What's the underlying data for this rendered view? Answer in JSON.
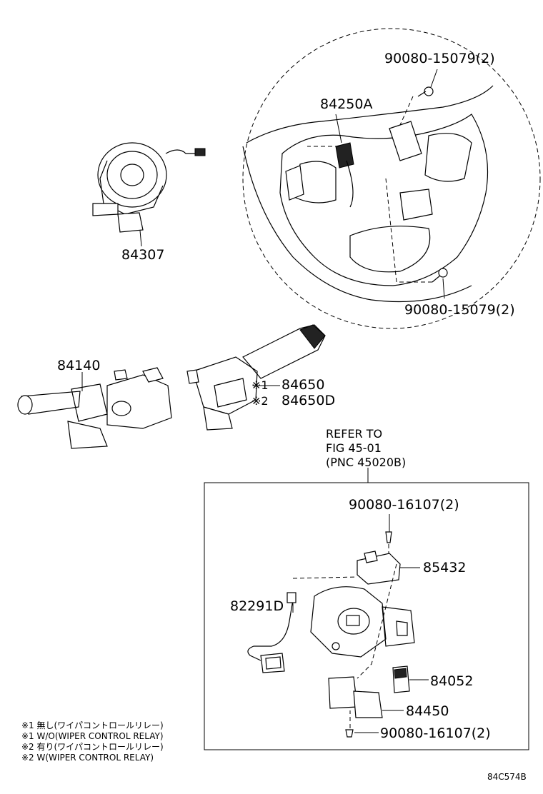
{
  "labels": {
    "p84307": "84307",
    "p84250a": "84250A",
    "p90080_15079_top": "90080-15079(2)",
    "p90080_15079_bot": "90080-15079(2)",
    "p84140": "84140",
    "p84650": "84650",
    "p84650d": "84650D",
    "p90080_16107_top": "90080-16107(2)",
    "p85432": "85432",
    "p82291d": "82291D",
    "p84052": "84052",
    "p84450": "84450",
    "p90080_16107_bot": "90080-16107(2)"
  },
  "markers": {
    "m1": "※1",
    "m2": "※2"
  },
  "refer": {
    "line1": "REFER TO",
    "line2": "FIG 45-01",
    "line3": "(PNC 45020B)"
  },
  "notes": [
    "※1 無し(ワイパコントロールリレー)",
    "※1 W/O(WIPER CONTROL RELAY)",
    "※2 有り(ワイパコントロールリレー)",
    "※2 W(WIPER CONTROL RELAY)"
  ],
  "figure_code": "84C574B"
}
